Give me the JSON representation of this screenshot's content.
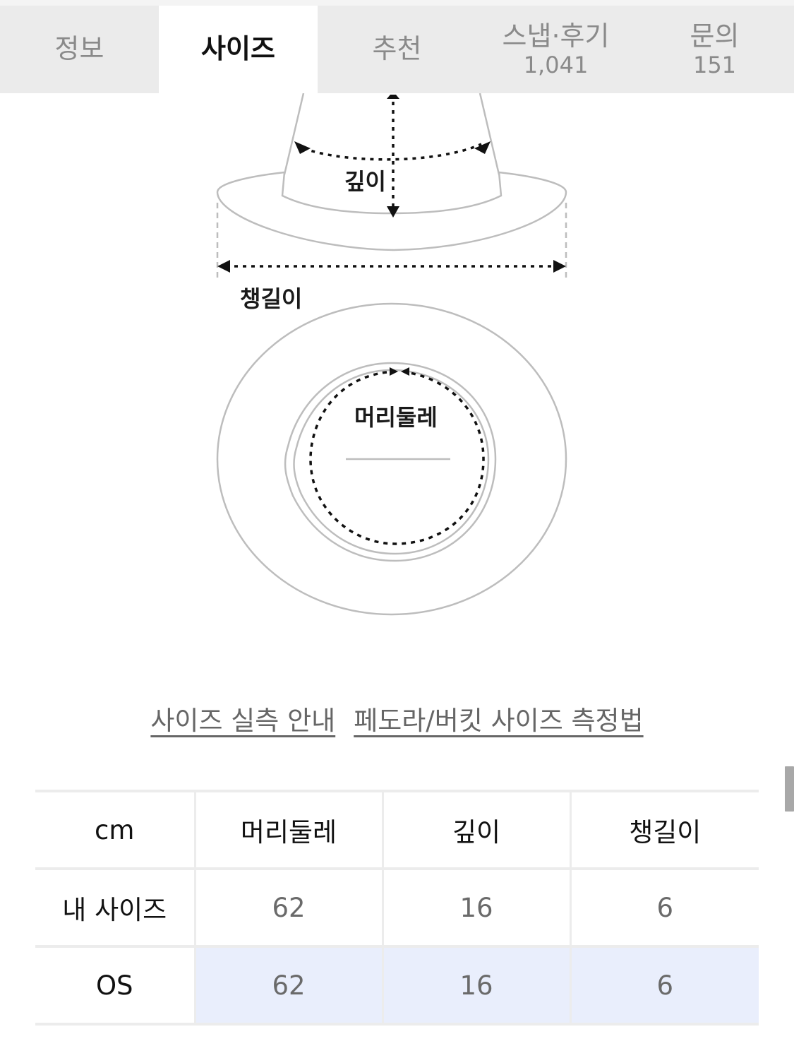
{
  "tabs": [
    {
      "label": "정보",
      "count": null,
      "active": false
    },
    {
      "label": "사이즈",
      "count": null,
      "active": true
    },
    {
      "label": "추천",
      "count": null,
      "active": false
    },
    {
      "label": "스냅·후기",
      "count": "1,041",
      "active": false
    },
    {
      "label": "문의",
      "count": "151",
      "active": false
    }
  ],
  "diagram": {
    "labels": {
      "depth": "깊이",
      "brim": "챙길이",
      "head_circumference": "머리둘레"
    }
  },
  "links": {
    "size_guide": "사이즈 실측 안내",
    "measure_method": "페도라/버킷 사이즈 측정법"
  },
  "size_table": {
    "headers": [
      "cm",
      "머리둘레",
      "깊이",
      "챙길이"
    ],
    "rows": [
      {
        "label": "내 사이즈",
        "values": [
          "62",
          "16",
          "6"
        ],
        "highlight": false
      },
      {
        "label": "OS",
        "values": [
          "62",
          "16",
          "6"
        ],
        "highlight": true
      }
    ]
  },
  "colors": {
    "tab_bg": "#ebebeb",
    "tab_active_bg": "#ffffff",
    "highlight_row": "#e9eefc",
    "link_text": "#666666"
  }
}
